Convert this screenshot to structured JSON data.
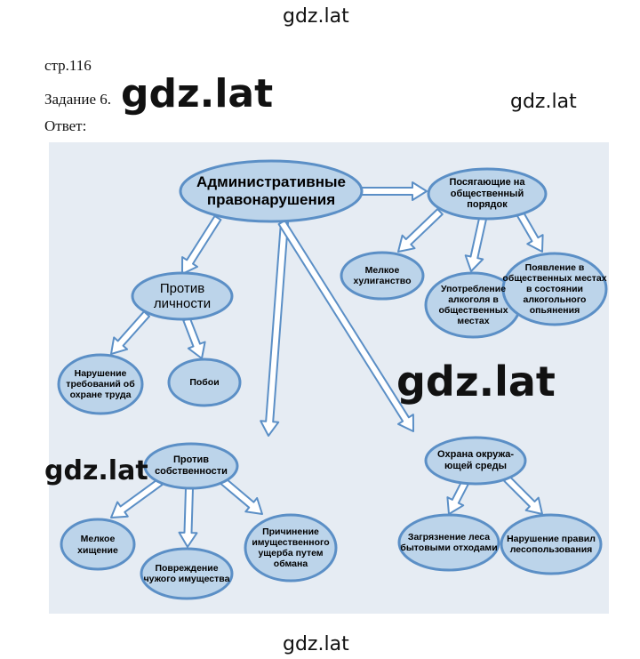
{
  "watermarks": {
    "top": "gdz.lat",
    "bottom": "gdz.lat",
    "right": "gdz.lat",
    "big1": "gdz.lat",
    "big2": "gdz.lat",
    "big3": "gdz.lat"
  },
  "page": {
    "page_number": "стр.116",
    "task": "Задание 6.",
    "answer": "Ответ:"
  },
  "colors": {
    "node_fill": "#bcd4ea",
    "node_stroke": "#5b8fc6",
    "arrow_fill": "#ffffff",
    "arrow_stroke": "#5b8fc6"
  },
  "diagram": {
    "root": "Административные правонарушения",
    "public_order": "Посягающие на общественный порядок",
    "petty_hooliganism": "Мелкое хулиганство",
    "alcohol_public": "Употребление алкоголя в общественных местах",
    "appearance_drunk": "Появление в общественных местах в состоянии алкогольного опьянения",
    "against_person": "Против личности",
    "labor_safety": "Нарушение требований об охране труда",
    "beatings": "Побои",
    "against_property": "Против собственности",
    "petty_theft": "Мелкое хищение",
    "property_damage": "Повреждение чужого имущества",
    "fraud_damage": "Причинение имущественного ущерба путем обмана",
    "environment": "Охрана окружа-ющей среды",
    "forest_pollution": "Загрязнение леса бытовыми отходами",
    "forest_rules": "Нарушение правил лесопользования"
  }
}
